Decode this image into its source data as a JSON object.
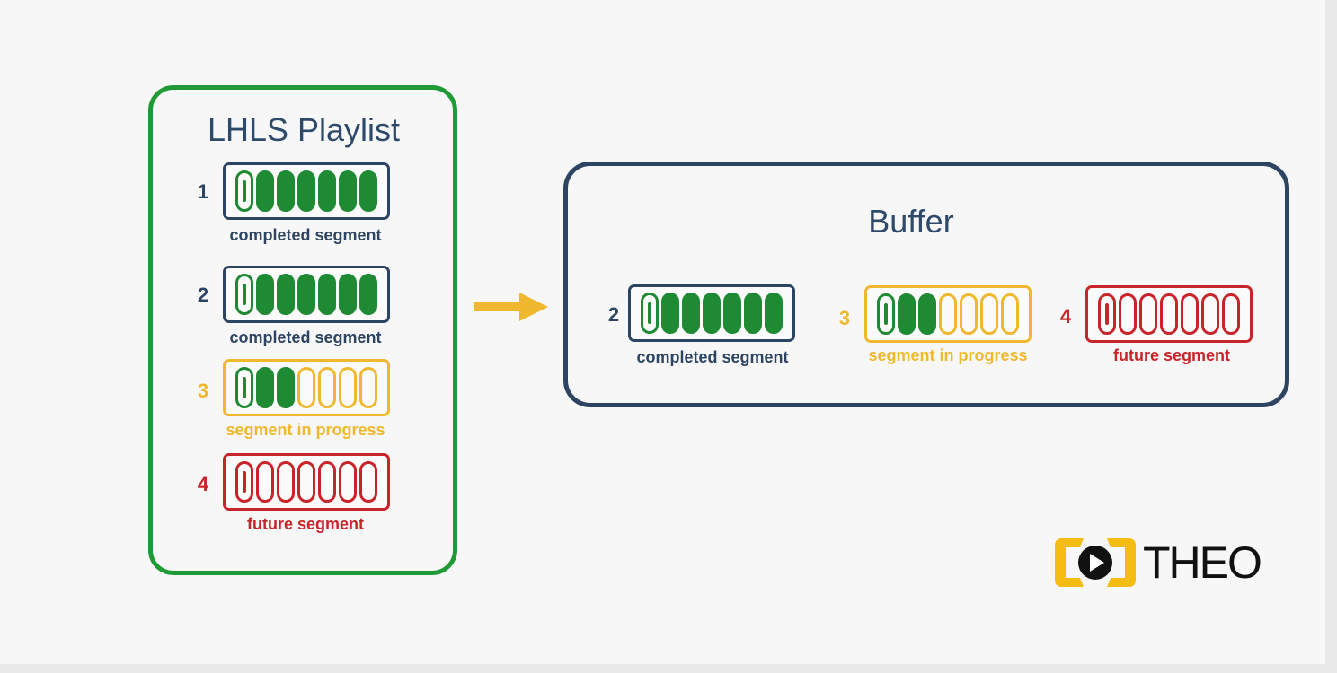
{
  "playlist": {
    "title": "LHLS Playlist",
    "segments": [
      {
        "number": "1",
        "state": "complete",
        "caption": "completed segment",
        "filled": 6
      },
      {
        "number": "2",
        "state": "complete",
        "caption": "completed segment",
        "filled": 6
      },
      {
        "number": "3",
        "state": "progress",
        "caption": "segment in progress",
        "filled": 2
      },
      {
        "number": "4",
        "state": "future",
        "caption": "future segment",
        "filled": 0
      }
    ]
  },
  "buffer": {
    "title": "Buffer",
    "segments": [
      {
        "number": "2",
        "state": "complete",
        "caption": "completed segment",
        "filled": 6
      },
      {
        "number": "3",
        "state": "progress",
        "caption": "segment in progress",
        "filled": 2
      },
      {
        "number": "4",
        "state": "future",
        "caption": "future segment",
        "filled": 0
      }
    ]
  },
  "logo": {
    "text": "THEO"
  },
  "colors": {
    "green": "#1f8a34",
    "navy": "#2d4563",
    "yellow": "#f0b82e",
    "red": "#c8242a"
  },
  "icons": [
    "arrow-right-icon",
    "play-icon"
  ]
}
